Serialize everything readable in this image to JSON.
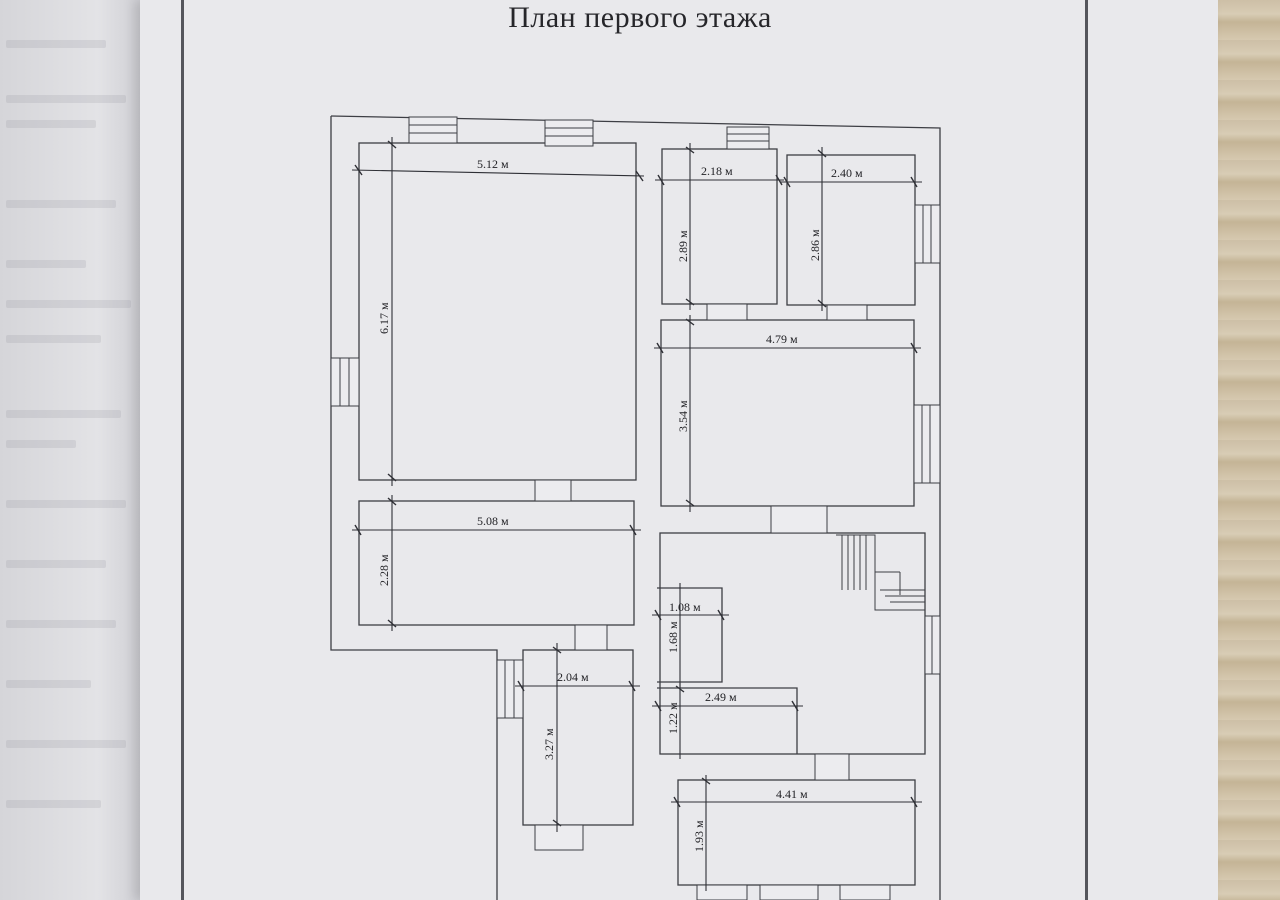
{
  "title": "План первого этажа",
  "rooms": [
    {
      "id": "room-1",
      "width_label": "5.12 м",
      "height_label": "6.17 м"
    },
    {
      "id": "room-2",
      "width_label": "2.18 м",
      "height_label": "2.89 м"
    },
    {
      "id": "room-3",
      "width_label": "2.40 м",
      "height_label": "2.86 м"
    },
    {
      "id": "room-4",
      "width_label": "4.79 м",
      "height_label": "3.54 м"
    },
    {
      "id": "room-5",
      "width_label": "5.08 м",
      "height_label": "2.28 м"
    },
    {
      "id": "room-6",
      "width_label": "1.08 м",
      "height_label": "1.68 м"
    },
    {
      "id": "room-7",
      "width_label": "2.49 м",
      "height_label": "1.22 м"
    },
    {
      "id": "room-8",
      "width_label": "2.04 м",
      "height_label": "3.27 м"
    },
    {
      "id": "room-9",
      "width_label": "4.41 м",
      "height_label": "1.93 м"
    }
  ]
}
